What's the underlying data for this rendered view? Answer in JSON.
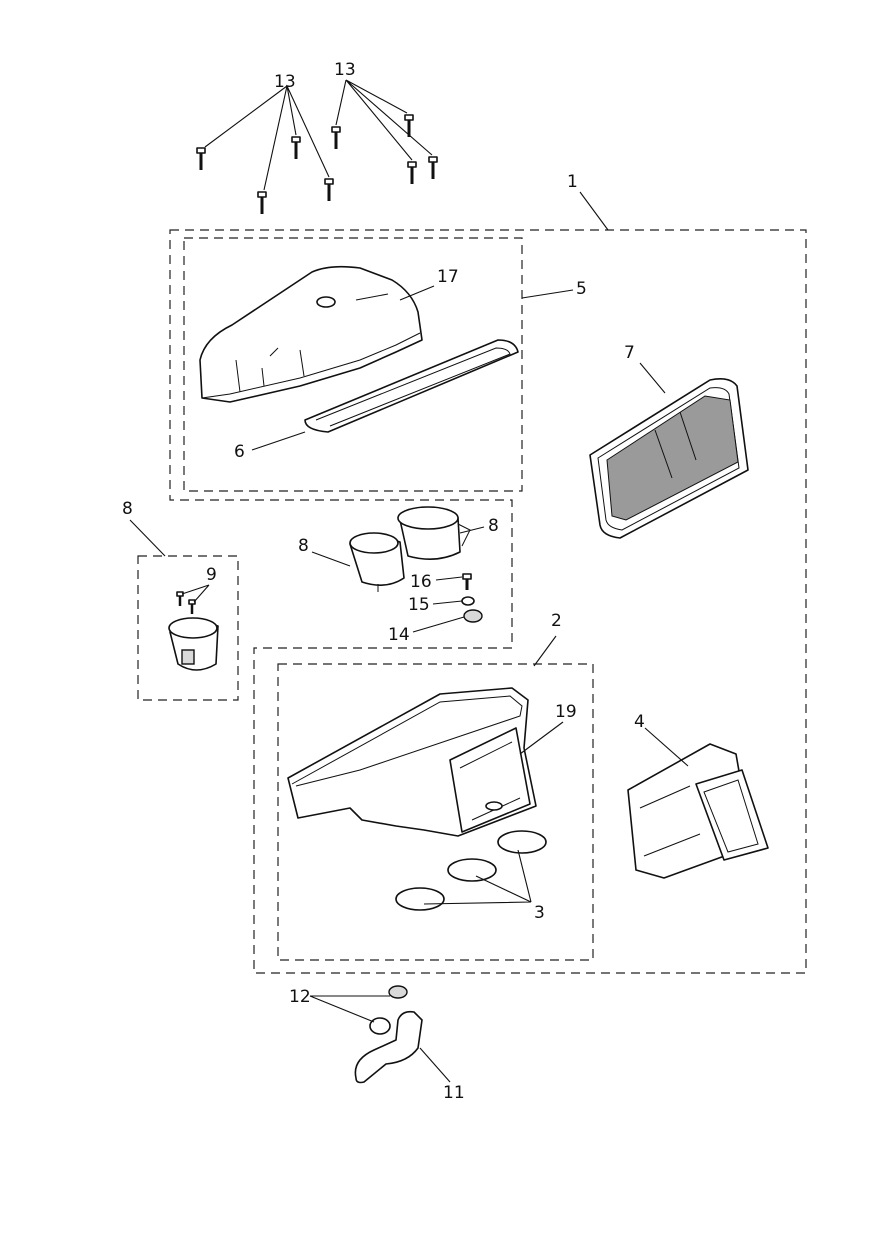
{
  "callouts": {
    "c1": "1",
    "c2": "2",
    "c3": "3",
    "c4": "4",
    "c5": "5",
    "c6": "6",
    "c7": "7",
    "c8a": "8",
    "c8b": "8",
    "c8c": "8",
    "c9": "9",
    "c11": "11",
    "c12": "12",
    "c13a": "13",
    "c13b": "13",
    "c14": "14",
    "c15": "15",
    "c16": "16",
    "c17": "17",
    "c19": "19"
  }
}
